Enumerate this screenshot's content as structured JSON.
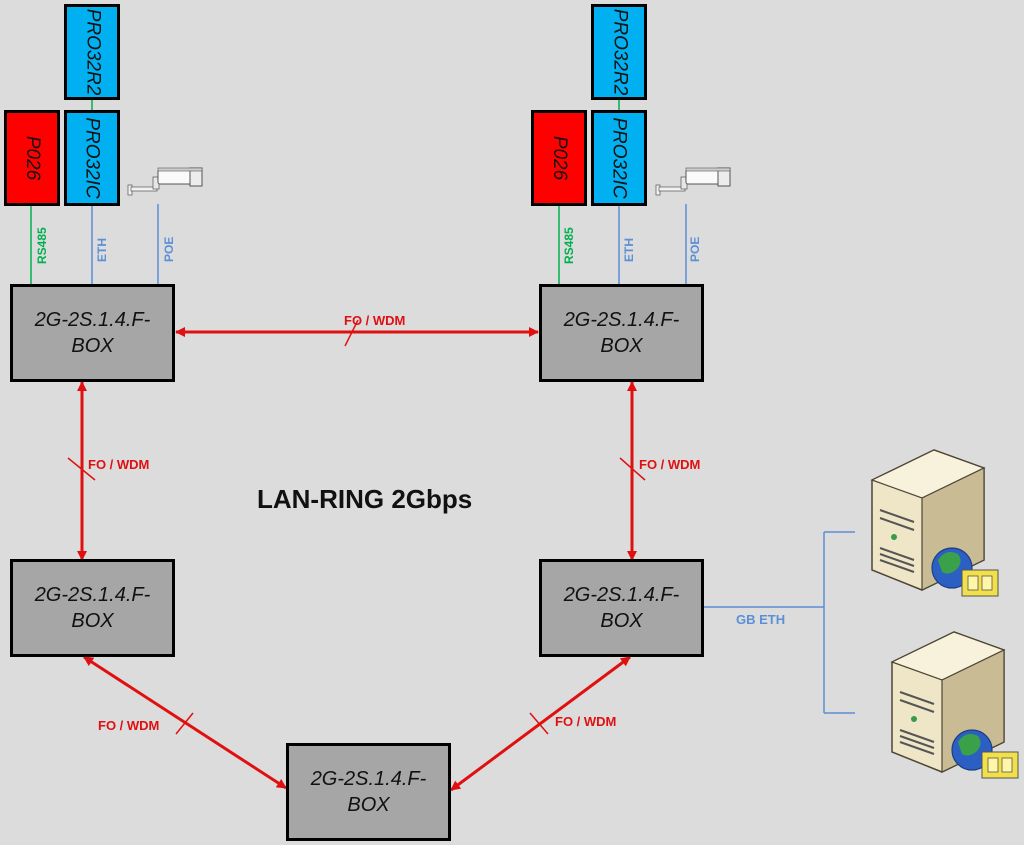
{
  "diagram": {
    "title": "LAN-RING 2Gbps",
    "nodes": {
      "box_top_left": "2G-2S.1.4.F-BOX",
      "box_top_right": "2G-2S.1.4.F-BOX",
      "box_mid_left": "2G-2S.1.4.F-BOX",
      "box_mid_right": "2G-2S.1.4.F-BOX",
      "box_bottom": "2G-2S.1.4.F-BOX"
    },
    "devices": {
      "left": {
        "p026": "P026",
        "pro32r2": "PRO32R2",
        "pro32ic": "PRO32IC"
      },
      "right": {
        "p026": "P026",
        "pro32r2": "PRO32R2",
        "pro32ic": "PRO32IC"
      }
    },
    "connections": {
      "rs485": "RS485",
      "eth": "ETH",
      "poe": "POE",
      "fo_wdm": "FO / WDM",
      "gb_eth": "GB ETH"
    },
    "icons": [
      "camera-icon",
      "server-icon"
    ],
    "colors": {
      "background": "#dcdcdc",
      "box_fill": "#a6a6a6",
      "p026_fill": "#ff0000",
      "pro32_fill": "#00b0f0",
      "link_red": "#e01010",
      "rs485_green": "#00b050",
      "eth_blue": "#5b8fd6"
    }
  }
}
